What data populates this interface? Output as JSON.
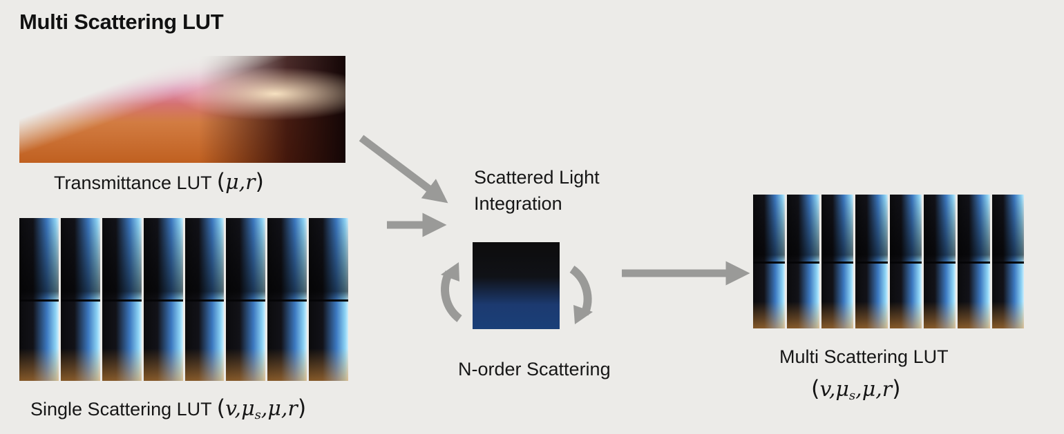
{
  "title": "Multi Scattering LUT",
  "transmittance": {
    "label": "Transmittance LUT",
    "params": "μ,r"
  },
  "single_scattering": {
    "label": "Single Scattering LUT",
    "params_v": "v,μ",
    "params_s": "s",
    "params_rest": ",μ,r"
  },
  "integration": {
    "line1": "Scattered Light",
    "line2": "Integration"
  },
  "norder": {
    "label": "N-order Scattering"
  },
  "multi_scattering": {
    "label": "Multi Scattering LUT",
    "params_v": "v,μ",
    "params_s": "s",
    "params_rest": ",μ,r"
  },
  "colors": {
    "arrow": "#9a9a98",
    "background": "#ecebe8"
  }
}
